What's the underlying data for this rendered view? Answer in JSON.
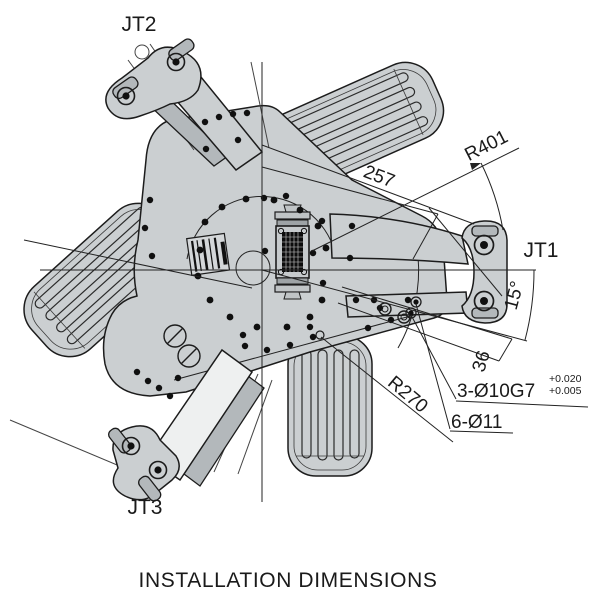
{
  "title": "INSTALLATION DIMENSIONS",
  "joint_labels": {
    "jt1": "JT1",
    "jt2": "JT2",
    "jt3": "JT3"
  },
  "dimensions": {
    "arm_pitch": "257",
    "reach_radius": "R401",
    "swing_angle": "15°",
    "flange_offset": "36",
    "dowel_holes": "3-Ø10G7",
    "dowel_tol_upper": "+0.020",
    "dowel_tol_lower": "+0.005",
    "bolt_holes": "6-Ø11",
    "bolt_circle_radius": "R270"
  },
  "colors": {
    "body": "#cbcfd1",
    "body_light": "#eef0f0",
    "mid": "#b3b8bb",
    "outline": "#1c1c1c",
    "line": "#232323",
    "dark": "#101010",
    "text": "#1a1a1a",
    "background": "#ffffff"
  }
}
